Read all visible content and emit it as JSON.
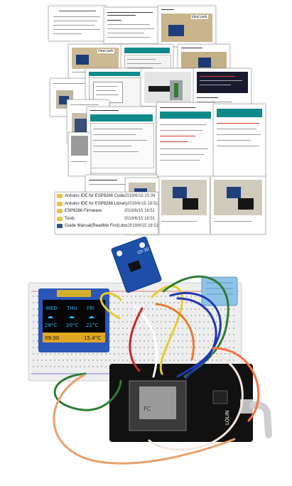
{
  "collage": {
    "banner_text": "ideal park",
    "files": [
      {
        "name": "Arduino IDE for ESP8266 Code",
        "date": "2019/6/15 20:39"
      },
      {
        "name": "Arduino IDE for ESP8266 Library",
        "date": "2019/6/15 18:51"
      },
      {
        "name": "ESP8266 Firmware",
        "date": "2019/6/15 18:51"
      },
      {
        "name": "Tools",
        "date": "2019/6/15 18:51"
      },
      {
        "name": "Guide Manual(ReadMe First).doc",
        "date": "2019/6/15 18:51"
      }
    ]
  },
  "photo": {
    "oled": {
      "days": [
        "WED",
        "THU",
        "FRI"
      ],
      "temps": [
        "28°C",
        "20°C",
        "21°C"
      ],
      "time": "09:30",
      "reading": "15.4°C"
    },
    "sensor_label": "GY-30",
    "board_label": "LOLIN",
    "colors": {
      "breadboard": "#eeeeee",
      "board": "#111111",
      "sensor": "#1d4fa8",
      "oled_frame": "#2b57b8",
      "dht": "#8ec3e8"
    }
  }
}
